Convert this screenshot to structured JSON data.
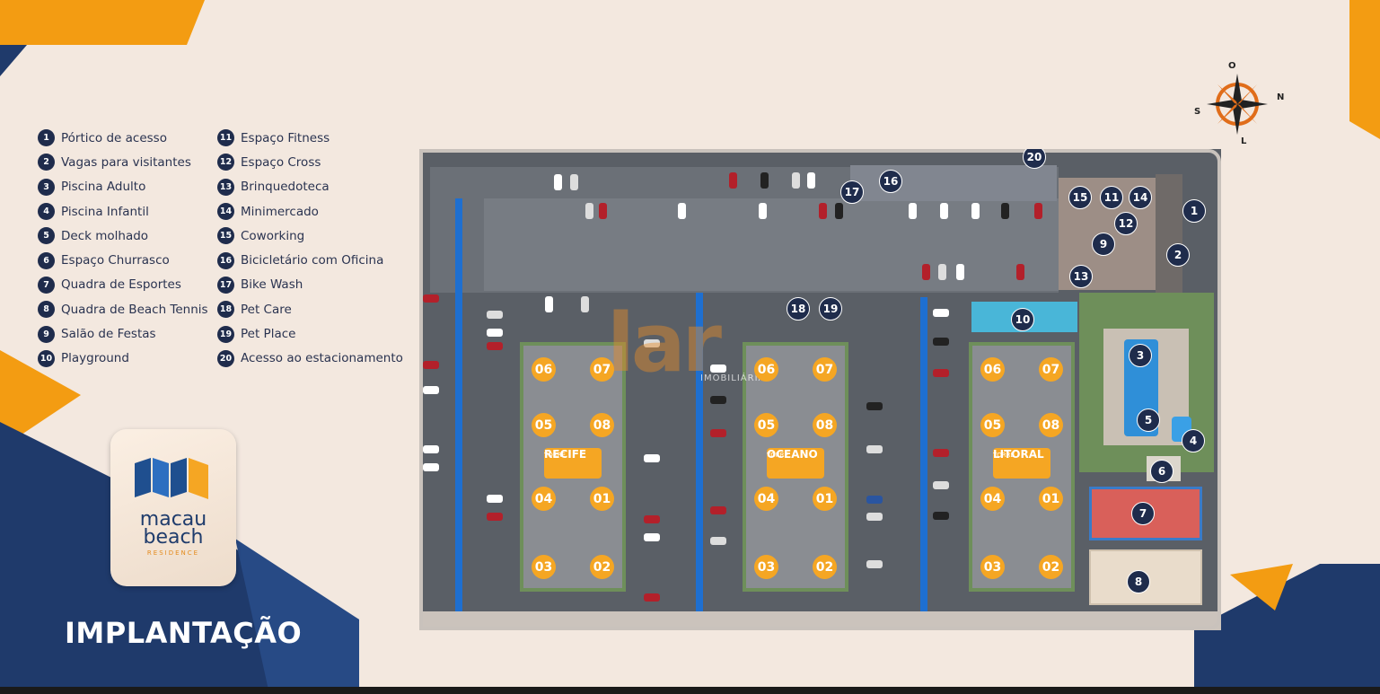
{
  "legend": {
    "col1": [
      {
        "num": "1",
        "label": "Pórtico de acesso"
      },
      {
        "num": "2",
        "label": "Vagas para visitantes"
      },
      {
        "num": "3",
        "label": "Piscina Adulto"
      },
      {
        "num": "4",
        "label": "Piscina Infantil"
      },
      {
        "num": "5",
        "label": "Deck molhado"
      },
      {
        "num": "6",
        "label": "Espaço Churrasco"
      },
      {
        "num": "7",
        "label": "Quadra de Esportes"
      },
      {
        "num": "8",
        "label": "Quadra de Beach Tennis"
      },
      {
        "num": "9",
        "label": "Salão de Festas"
      },
      {
        "num": "10",
        "label": "Playground"
      }
    ],
    "col2": [
      {
        "num": "11",
        "label": "Espaço Fitness"
      },
      {
        "num": "12",
        "label": "Espaço Cross"
      },
      {
        "num": "13",
        "label": "Brinquedoteca"
      },
      {
        "num": "14",
        "label": "Minimercado"
      },
      {
        "num": "15",
        "label": "Coworking"
      },
      {
        "num": "16",
        "label": "Bicicletário com Oficina"
      },
      {
        "num": "17",
        "label": "Bike Wash"
      },
      {
        "num": "18",
        "label": "Pet Care"
      },
      {
        "num": "19",
        "label": "Pet Place"
      },
      {
        "num": "20",
        "label": "Acesso ao estacionamento"
      }
    ]
  },
  "logo": {
    "line1": "macau",
    "line2": "beach",
    "line3": "RESIDENCE"
  },
  "title": "IMPLANTAÇÃO",
  "compass": {
    "n": "O",
    "e": "N",
    "s": "L",
    "w": "S"
  },
  "watermark": {
    "text": "lar",
    "sub": "IMOBILIÁRIA"
  },
  "towers": [
    {
      "small": "TORRE",
      "name": "RECIFE"
    },
    {
      "small": "TORRE",
      "name": "OCEANO"
    },
    {
      "small": "TORRE",
      "name": "LITORAL"
    }
  ],
  "units": [
    "06",
    "07",
    "05",
    "08",
    "04",
    "01",
    "03",
    "02"
  ],
  "pins": [
    "1",
    "2",
    "3",
    "4",
    "5",
    "6",
    "7",
    "8",
    "9",
    "10",
    "11",
    "12",
    "13",
    "14",
    "15",
    "16",
    "17",
    "18",
    "19",
    "20"
  ],
  "colors": {
    "navy": "#1f2c4c",
    "orange": "#f5a623",
    "background": "#f3e8df",
    "accent_blue": "#1e6fd0"
  }
}
